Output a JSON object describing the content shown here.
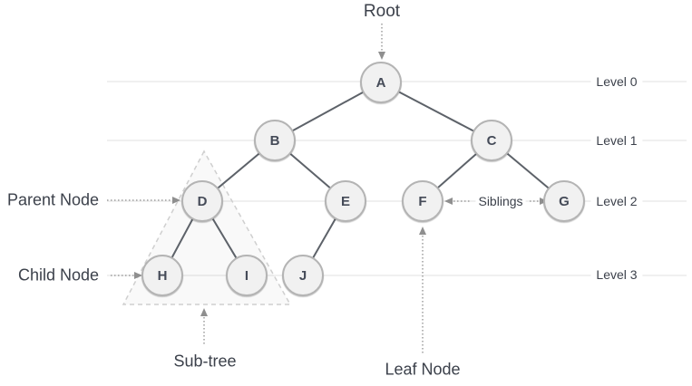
{
  "diagram": {
    "type": "tree",
    "annotations": {
      "root_label": "Root",
      "parent_node_label": "Parent Node",
      "child_node_label": "Child Node",
      "siblings_label": "Siblings",
      "subtree_label": "Sub-tree",
      "leaf_node_label": "Leaf Node"
    },
    "levels": [
      {
        "label": "Level 0",
        "nodes": [
          "A"
        ]
      },
      {
        "label": "Level 1",
        "nodes": [
          "B",
          "C"
        ]
      },
      {
        "label": "Level 2",
        "nodes": [
          "D",
          "E",
          "F",
          "G"
        ]
      },
      {
        "label": "Level 3",
        "nodes": [
          "H",
          "I",
          "J"
        ]
      }
    ],
    "nodes": [
      {
        "label": "A"
      },
      {
        "label": "B"
      },
      {
        "label": "C"
      },
      {
        "label": "D"
      },
      {
        "label": "E"
      },
      {
        "label": "F"
      },
      {
        "label": "G"
      },
      {
        "label": "H"
      },
      {
        "label": "I"
      },
      {
        "label": "J"
      }
    ],
    "edges": [
      {
        "from": "A",
        "to": "B"
      },
      {
        "from": "A",
        "to": "C"
      },
      {
        "from": "B",
        "to": "D"
      },
      {
        "from": "B",
        "to": "E"
      },
      {
        "from": "C",
        "to": "F"
      },
      {
        "from": "C",
        "to": "G"
      },
      {
        "from": "D",
        "to": "H"
      },
      {
        "from": "D",
        "to": "I"
      },
      {
        "from": "E",
        "to": "J"
      }
    ],
    "subtree_nodes": [
      "D",
      "H",
      "I"
    ],
    "colors": {
      "node_fill": "#f1f1f1",
      "node_border": "#b4b4b4",
      "node_text": "#454b58",
      "edge": "#5d6269",
      "annotation_text": "#3c414b",
      "arrow": "#9e9e9e",
      "level_line": "#ebebeb",
      "triangle_dash": "#cfcfcf"
    }
  }
}
